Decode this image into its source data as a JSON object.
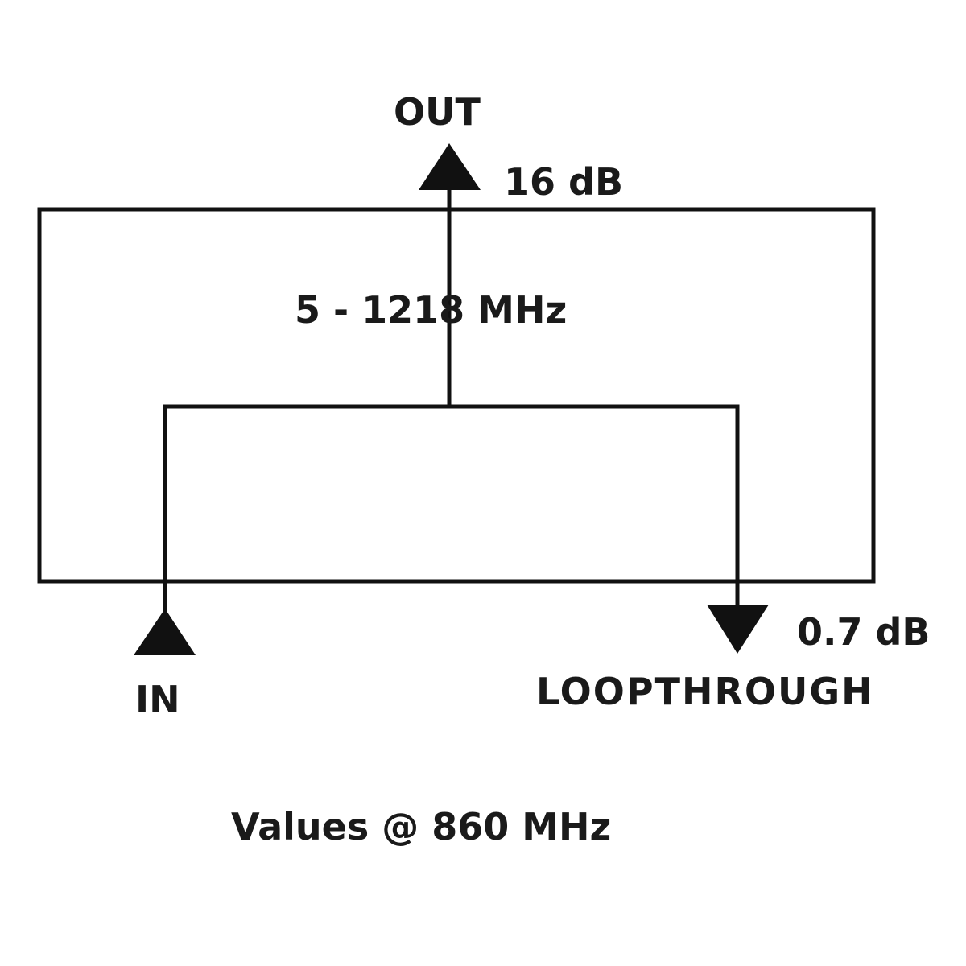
{
  "diagram": {
    "type": "rf-splitter-block-diagram",
    "ports": {
      "out": {
        "label": "OUT",
        "value": "16 dB"
      },
      "in": {
        "label": "IN"
      },
      "loopthrough": {
        "label": "LOOPTHROUGH",
        "value": "0.7 dB"
      }
    },
    "frequency_range": "5 - 1218 MHz",
    "footnote": "Values @ 860 MHz",
    "colors": {
      "line": "#111111",
      "text": "#1a1a1a",
      "background": "#ffffff"
    }
  }
}
